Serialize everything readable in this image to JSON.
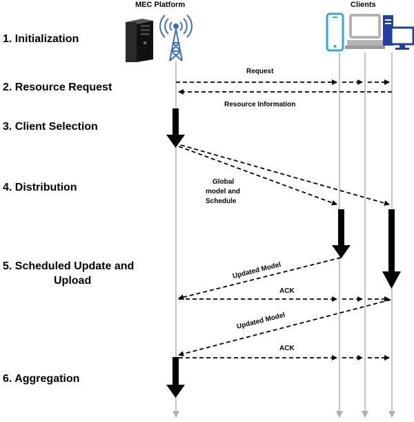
{
  "headers": {
    "platform": "MEC Platform",
    "clients": "Clients"
  },
  "steps": [
    "1. Initialization",
    "2. Resource Request",
    "3. Client Selection",
    "4. Distribution",
    "5. Scheduled Update and",
    "Upload",
    "6. Aggregation"
  ],
  "messages": {
    "request": "Request",
    "resource_info": "Resource Information",
    "global_model_1": "Global",
    "global_model_2": "model and",
    "global_model_3": "Schedule",
    "updated_model_1": "Updated Model",
    "ack_1": "ACK",
    "updated_model_2": "Updated Model",
    "ack_2": "ACK"
  },
  "colors": {
    "lifeline": "#b0b0b0",
    "arrow": "#000000",
    "phone": "#29abe2",
    "desktop": "#1f3fa8",
    "laptop": "#b3b3b3",
    "tower": "#3a6bc9",
    "server": "#1a1a1a"
  },
  "icons": {
    "server": "server-icon",
    "tower": "antenna-tower-icon",
    "phone": "smartphone-icon",
    "laptop": "laptop-icon",
    "desktop": "desktop-icon"
  }
}
